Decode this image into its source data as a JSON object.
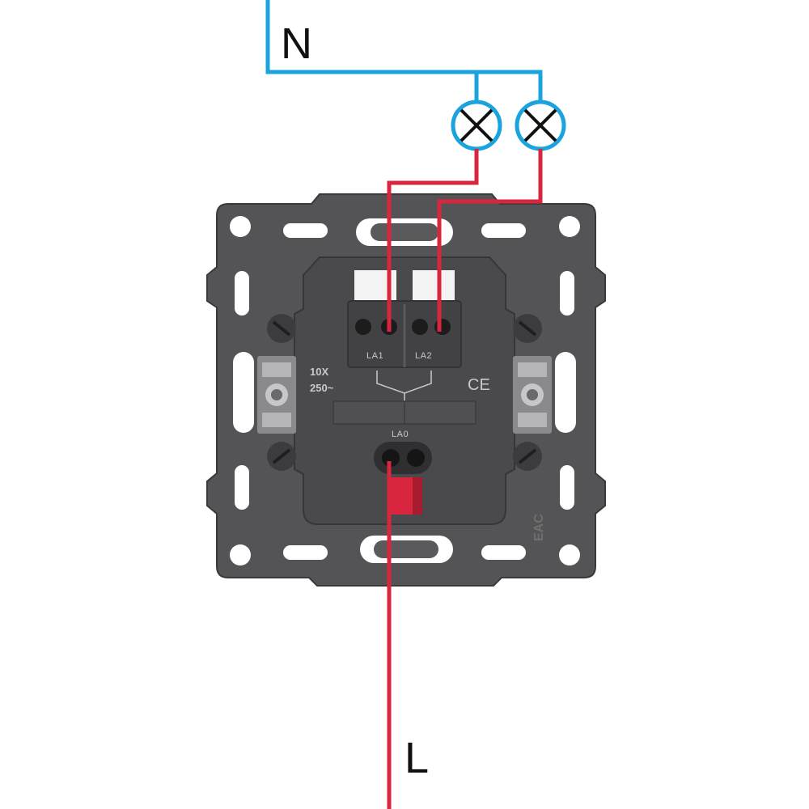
{
  "labels": {
    "neutral": "N",
    "live": "L",
    "terminal_1": "LA1",
    "terminal_2": "LA2",
    "terminal_0": "LA0",
    "rating_current": "10X",
    "rating_voltage": "250~",
    "ce_mark": "CE",
    "eac_mark": "EAC"
  },
  "colors": {
    "neutral_wire": "#1aa3dc",
    "live_wire": "#d7263d",
    "lamp_stroke": "#1aa3dc",
    "lamp_cross": "#111111",
    "switch_body": "#4a4a4c",
    "switch_frame": "#555557"
  }
}
